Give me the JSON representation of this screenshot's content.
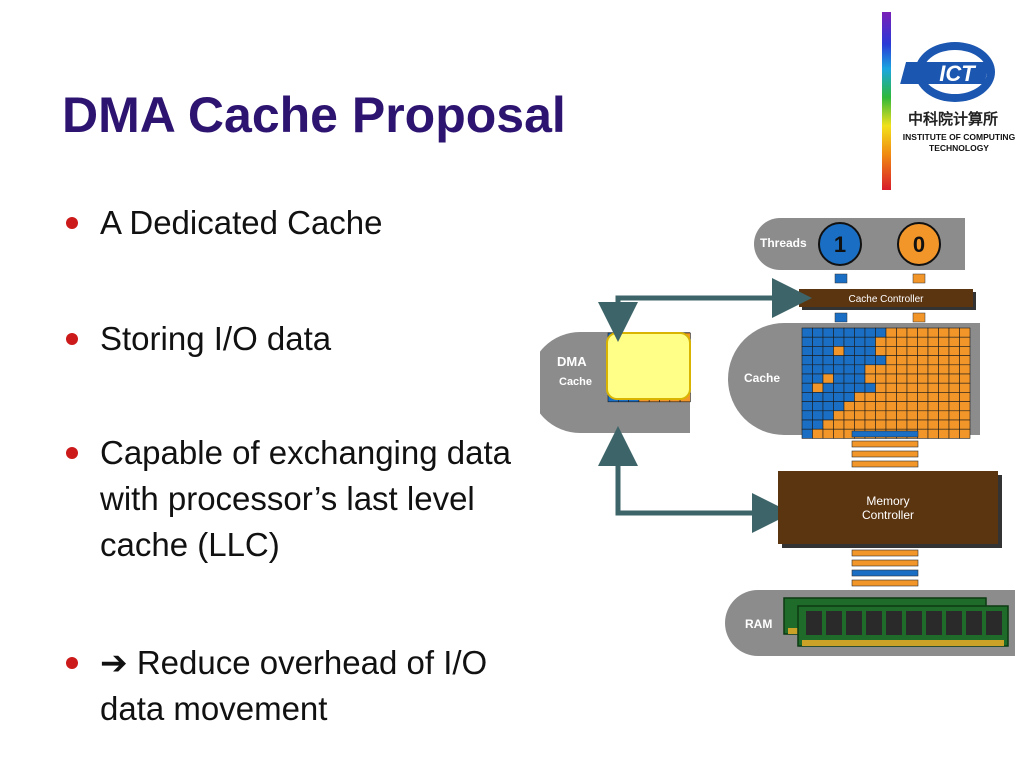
{
  "slide": {
    "title": "DMA Cache Proposal",
    "bullets": [
      {
        "text": "A Dedicated Cache"
      },
      {
        "text": "Storing I/O data"
      },
      {
        "text": "Capable of exchanging data with processor’s last level cache (LLC)"
      },
      {
        "text": "➔ Reduce overhead of I/O data movement"
      }
    ]
  },
  "logo": {
    "abbr": "ICT",
    "chinese": "中科院计算所",
    "line1": "INSTITUTE OF COMPUTING",
    "line2": "TECHNOLOGY"
  },
  "diagram": {
    "threads_label": "Threads",
    "thread_ids": [
      "1",
      "0"
    ],
    "cache_controller_label": "Cache Controller",
    "cache_label": "Cache",
    "dma_label": "DMA",
    "dma_cache_label": "Cache",
    "memory_controller_label": [
      "Memory",
      "Controller"
    ],
    "ram_label": "RAM",
    "colors": {
      "blue": "#1a6fc4",
      "orange": "#f2962a",
      "brown": "#5b3410",
      "gray": "#8c8c8c",
      "arrow": "#3d6468",
      "dma_highlight": "#ffff88"
    }
  }
}
